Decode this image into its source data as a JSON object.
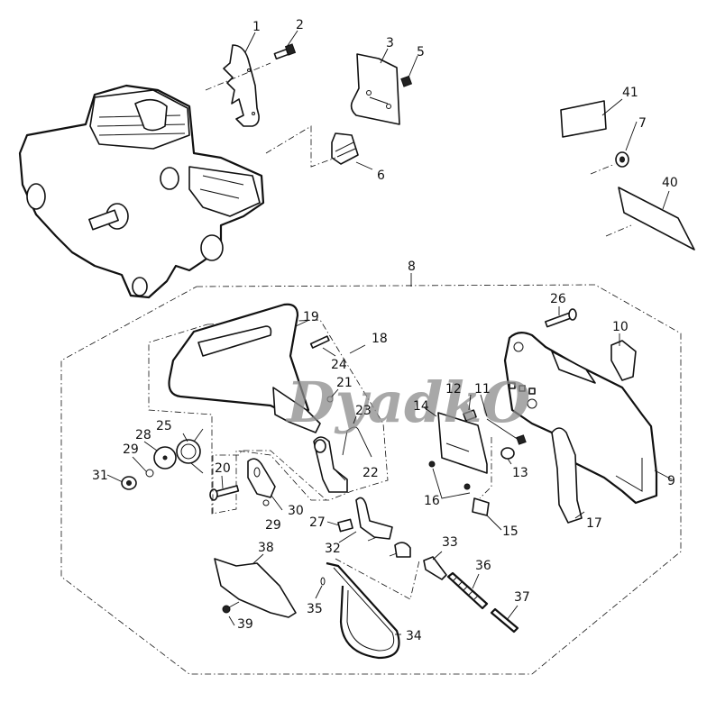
{
  "diagram": {
    "type": "exploded-parts-diagram",
    "colors": {
      "line": "#111111",
      "background": "#ffffff",
      "watermark": "#8c8c8c"
    },
    "watermark": "DyadkO",
    "parts": [
      {
        "id": "p1",
        "label": "1"
      },
      {
        "id": "p2",
        "label": "2"
      },
      {
        "id": "p3",
        "label": "3"
      },
      {
        "id": "p5",
        "label": "5"
      },
      {
        "id": "p6",
        "label": "6"
      },
      {
        "id": "p7",
        "label": "7"
      },
      {
        "id": "p8",
        "label": "8"
      },
      {
        "id": "p9",
        "label": "9"
      },
      {
        "id": "p10",
        "label": "10"
      },
      {
        "id": "p11",
        "label": "11"
      },
      {
        "id": "p12",
        "label": "12"
      },
      {
        "id": "p13",
        "label": "13"
      },
      {
        "id": "p14",
        "label": "14"
      },
      {
        "id": "p15",
        "label": "15"
      },
      {
        "id": "p16",
        "label": "16"
      },
      {
        "id": "p17",
        "label": "17"
      },
      {
        "id": "p18",
        "label": "18"
      },
      {
        "id": "p19",
        "label": "19"
      },
      {
        "id": "p20",
        "label": "20"
      },
      {
        "id": "p21",
        "label": "21"
      },
      {
        "id": "p22",
        "label": "22"
      },
      {
        "id": "p23",
        "label": "23"
      },
      {
        "id": "p24",
        "label": "24"
      },
      {
        "id": "p25",
        "label": "25"
      },
      {
        "id": "p26",
        "label": "26"
      },
      {
        "id": "p27",
        "label": "27"
      },
      {
        "id": "p28",
        "label": "28"
      },
      {
        "id": "p29a",
        "label": "29"
      },
      {
        "id": "p29b",
        "label": "29"
      },
      {
        "id": "p30",
        "label": "30"
      },
      {
        "id": "p31",
        "label": "31"
      },
      {
        "id": "p32",
        "label": "32"
      },
      {
        "id": "p33",
        "label": "33"
      },
      {
        "id": "p34",
        "label": "34"
      },
      {
        "id": "p35",
        "label": "35"
      },
      {
        "id": "p36",
        "label": "36"
      },
      {
        "id": "p37",
        "label": "37"
      },
      {
        "id": "p38",
        "label": "38"
      },
      {
        "id": "p39",
        "label": "39"
      },
      {
        "id": "p40",
        "label": "40"
      },
      {
        "id": "p41",
        "label": "41"
      }
    ]
  }
}
